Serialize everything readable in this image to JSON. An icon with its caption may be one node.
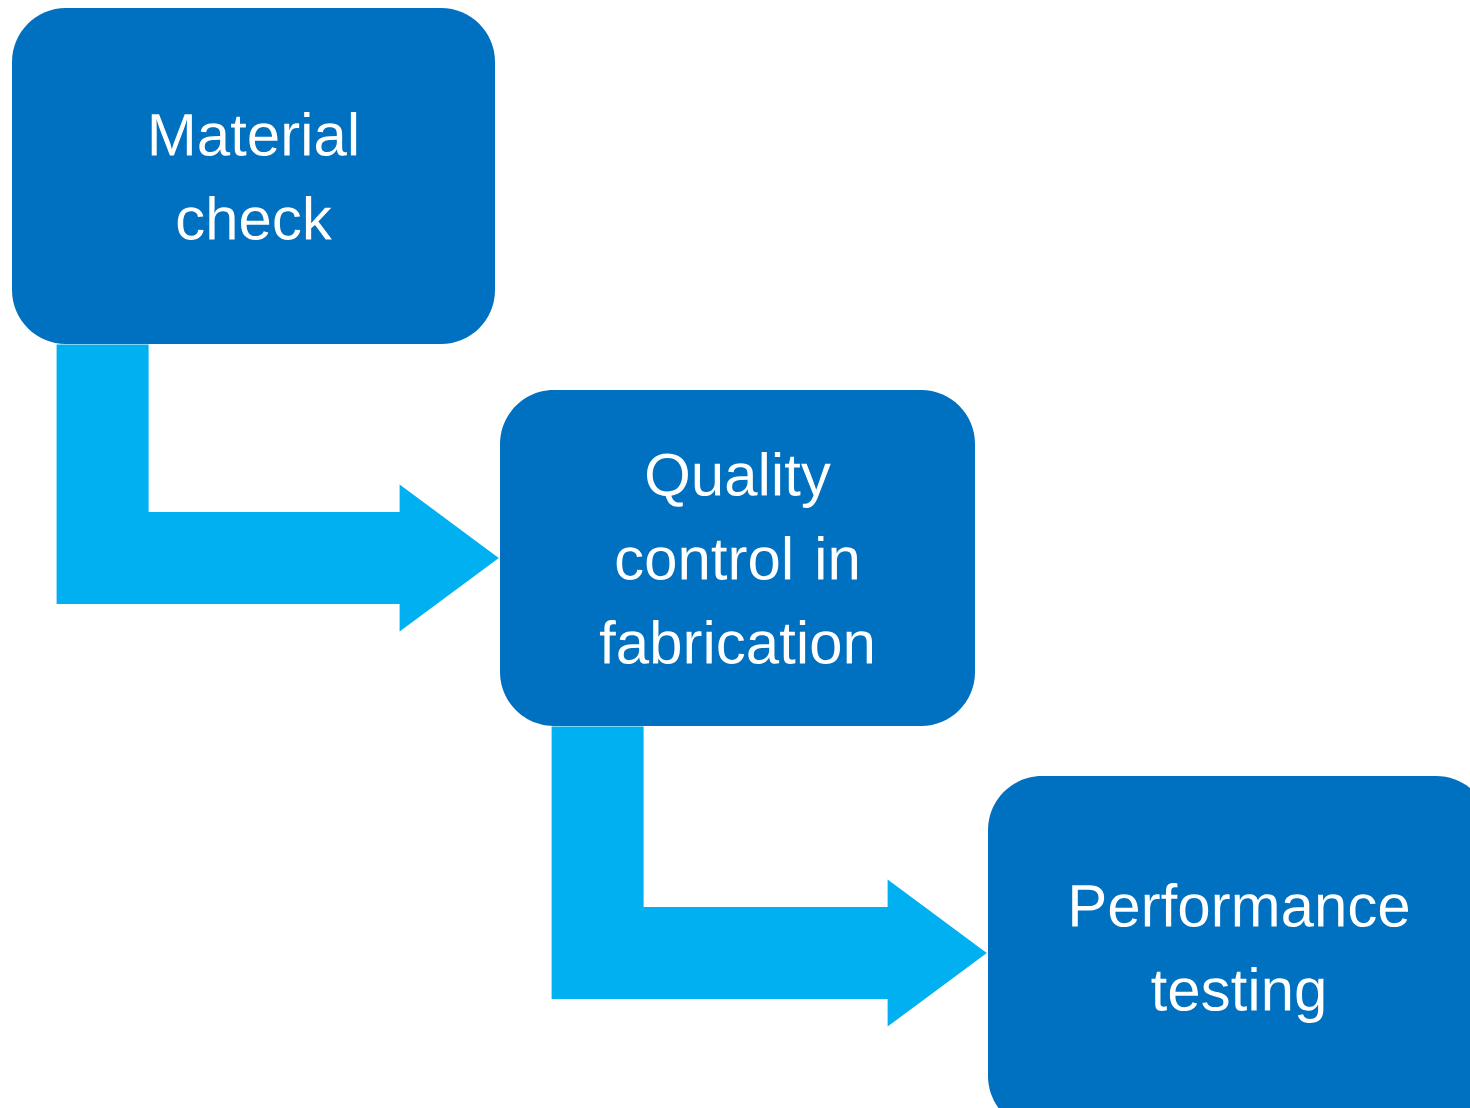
{
  "diagram": {
    "nodes": [
      {
        "text": [
          "Material check"
        ]
      },
      {
        "text": [
          "Quality control in fabrication"
        ]
      },
      {
        "text": [
          "Performance testing"
        ]
      }
    ],
    "edges": [
      {
        "from": 0,
        "to": 1,
        "arrow": "to"
      },
      {
        "from": 1,
        "to": 2,
        "arrow": "to"
      }
    ]
  }
}
